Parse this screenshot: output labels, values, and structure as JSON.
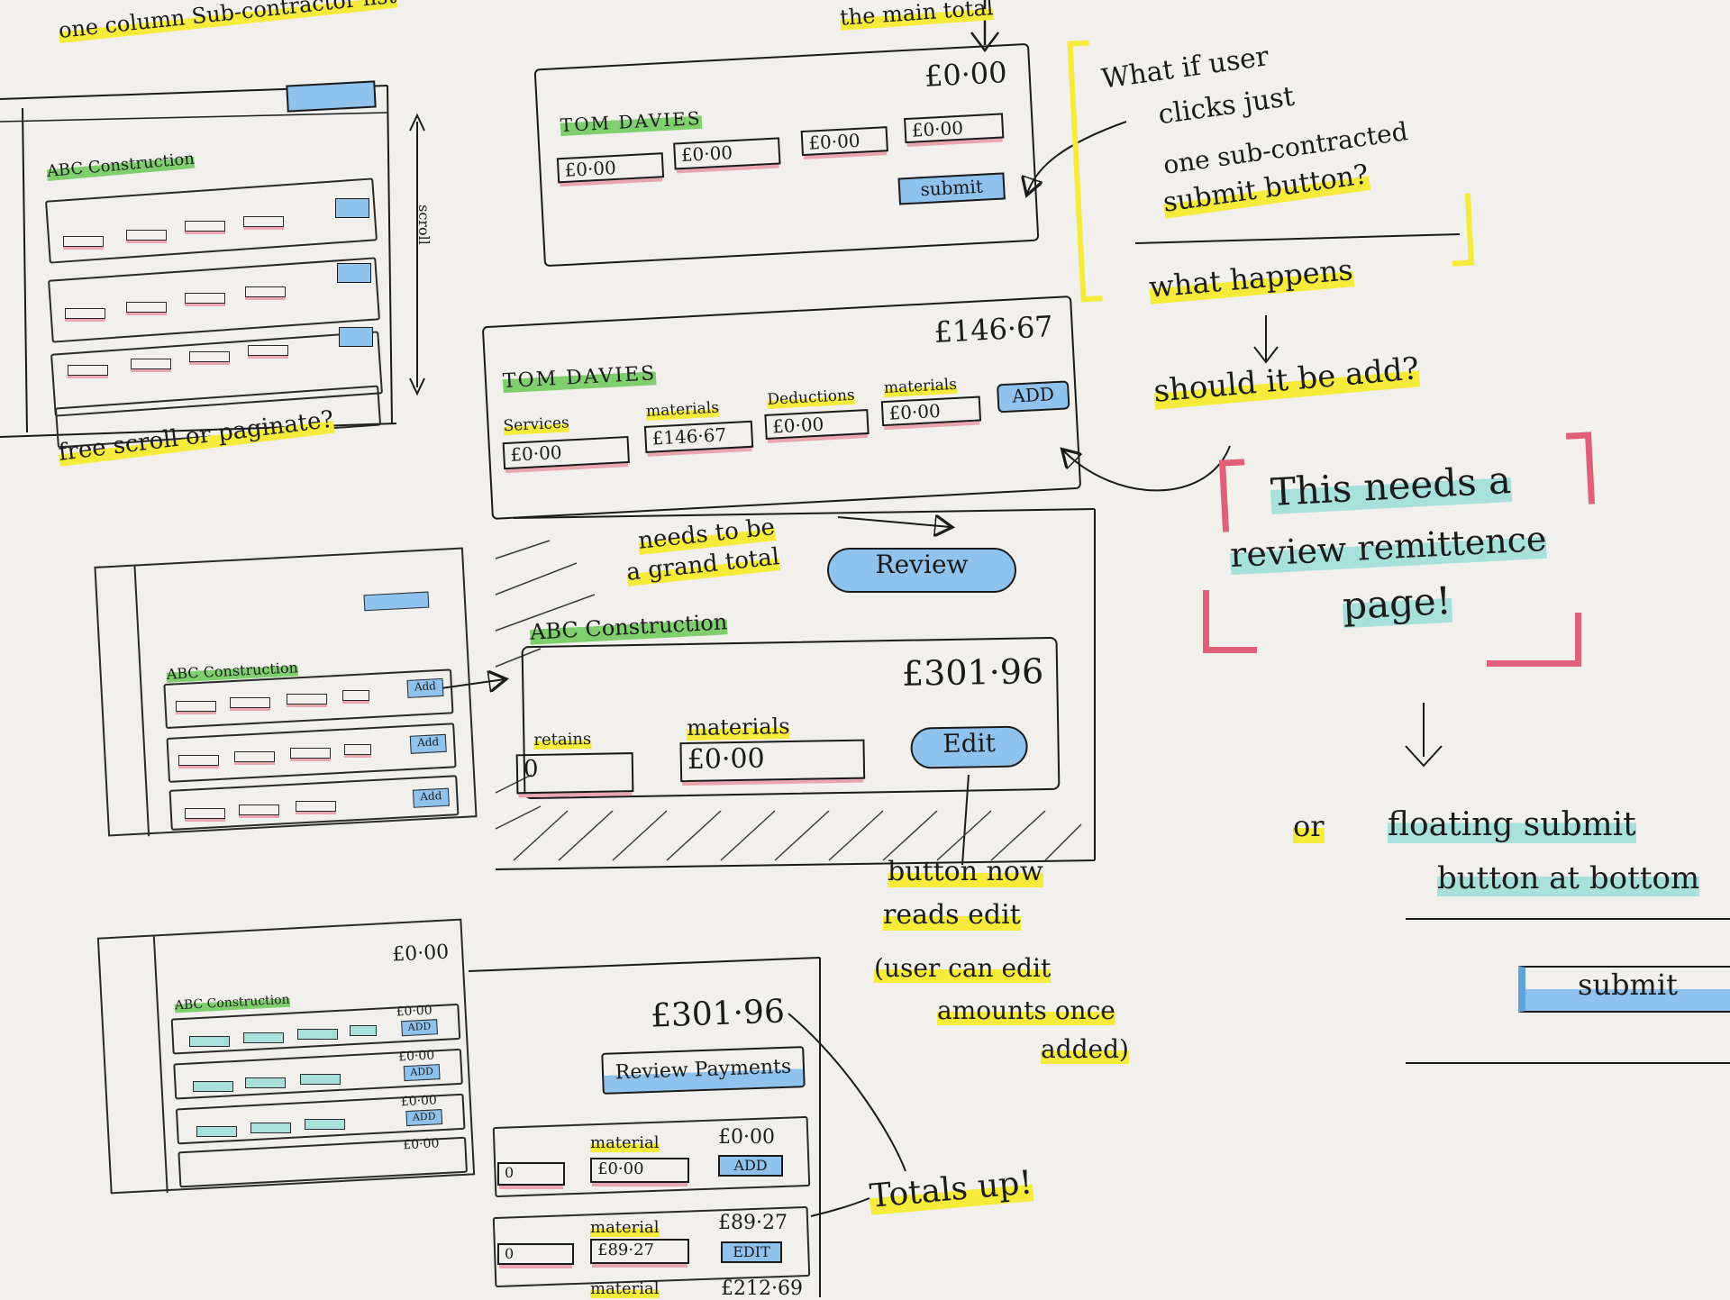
{
  "notes": {
    "one_column": "one column Sub-contractor list",
    "free_scroll": "free scroll or paginate?",
    "scroll_label": "scroll",
    "top_partial": "the main total",
    "what_if": [
      "What if user",
      "clicks just",
      "one sub-contracted",
      "submit button?"
    ],
    "what_happens": "what happens",
    "should_add": "should it be add?",
    "needs_review": [
      "This needs a",
      "review remittence",
      "page!"
    ],
    "floating": [
      "or",
      "floating submit",
      "button at bottom"
    ],
    "floating_submit": "submit",
    "grand_total": [
      "needs to be",
      "a grand total"
    ],
    "button_reads": [
      "button now",
      "reads edit",
      "(user can edit",
      "amounts once",
      "added)"
    ],
    "totals_up": "Totals up!"
  },
  "card1": {
    "name": "TOM DAVIES",
    "total": "£0·00",
    "fields": [
      "£0·00",
      "£0·00",
      "£0·00",
      "£0·00"
    ],
    "submit": "submit"
  },
  "card2": {
    "name": "TOM DAVIES",
    "total": "£146·67",
    "labels": [
      "Services",
      "materials",
      "Deductions",
      "materials"
    ],
    "fields": [
      "£0·00",
      "£146·67",
      "£0·00",
      "£0·00"
    ],
    "add": "ADD"
  },
  "card3": {
    "review": "Review",
    "company": "ABC Construction",
    "total": "£301·96",
    "labels": [
      "retains",
      "materials"
    ],
    "fields": [
      "0",
      "£0·00"
    ],
    "edit": "Edit"
  },
  "mini1": {
    "company": "ABC Construction"
  },
  "mini2": {
    "company": "ABC Construction",
    "buttons": [
      "Add",
      "Add",
      "Add"
    ]
  },
  "mini3": {
    "company": "ABC Construction",
    "total": "£0·00",
    "row_totals": [
      "£0·00",
      "£0·00",
      "£0·00",
      "£0·00"
    ],
    "row_buttons": [
      "ADD",
      "ADD",
      "ADD"
    ]
  },
  "panel4": {
    "total": "£301·96",
    "review": "Review Payments",
    "rows": [
      {
        "label": "material",
        "field_a": "0",
        "field_b": "£0·00",
        "total": "£0·00",
        "button": "ADD"
      },
      {
        "label": "material",
        "field_a": "0",
        "field_b": "£89·27",
        "total": "£89·27",
        "button": "EDIT"
      },
      {
        "label": "material",
        "total": "£212·69"
      }
    ]
  },
  "colors": {
    "yellow": "#f6ea3a",
    "green": "#7fcf6e",
    "pink": "#eaa6ae",
    "blue": "#8fc2ec",
    "teal": "#a8e1dc",
    "red": "#e0607a"
  }
}
